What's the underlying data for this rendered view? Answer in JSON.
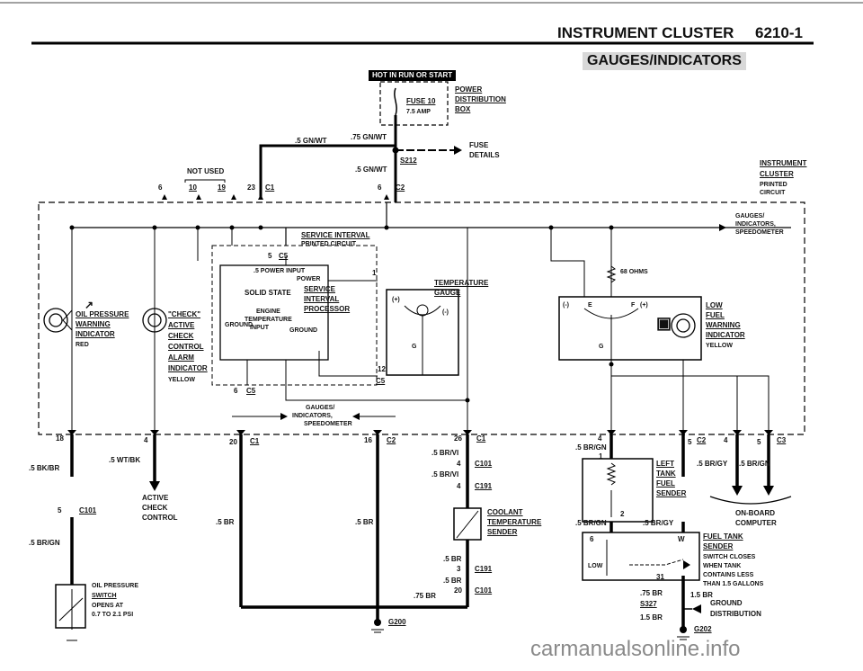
{
  "header": {
    "title": "INSTRUMENT CLUSTER",
    "page_no": "6210-1",
    "subtitle": "GAUGES/INDICATORS"
  },
  "power": {
    "hot_label": "HOT IN RUN OR START",
    "fuse": "FUSE 10",
    "fuse_amp": "7.5 AMP",
    "dist1": "POWER",
    "dist2": "DISTRIBUTION",
    "dist3": "BOX",
    "fuse_details1": "FUSE",
    "fuse_details2": "DETAILS"
  },
  "wires": {
    "w_5gnwt_a": ".5 GN/WT",
    "w_75gnwt": ".75 GN/WT",
    "w_5gnwt_b": ".5 GN/WT",
    "s212": "S212",
    "not_used": "NOT USED",
    "p6": "6",
    "p10": "10",
    "p19": "19",
    "p23": "23",
    "c1": "C1",
    "p6b": "6",
    "c2": "C2",
    "p18": "18",
    "p4a": "4",
    "p20": "20",
    "c1b": "C1",
    "p16": "16",
    "c2b": "C2",
    "p26": "26",
    "c1c": "C1",
    "w5bkbr": ".5 BK/BR",
    "w5wtbk": ".5 WT/BK",
    "w5brvi_a": ".5 BR/VI",
    "p4b": "4",
    "c101a": "C101",
    "w5brvi_b": ".5 BR/VI",
    "p4c": "4",
    "c191a": "C191",
    "p5": "5",
    "c101b": "C101",
    "w5brgn": ".5 BR/GN",
    "w5br_a": ".5 BR",
    "w5br_b": ".5 BR",
    "w5br_c": ".5 BR",
    "p3": "3",
    "c191b": "C191",
    "w5br_d": ".5 BR",
    "p20b": "20",
    "c101c": "C101",
    "w75br": ".75 BR",
    "g200": "G200",
    "p4d": "4",
    "w5brgn_b": ".5 BR/GN",
    "p1": "1",
    "p5b": "5",
    "c2c": "C2",
    "p4e": "4",
    "p5c": "5",
    "c3": "C3",
    "w5brgy": ".5 BR/GY",
    "w5brgn_c": ".5 BR/GN",
    "p2": "2",
    "w5brgn_d": ".5 BR/GN",
    "w5brgy_b": ".5 BR/GY",
    "p6c": "6",
    "pw": "W",
    "p31": "31",
    "w75br_b": ".75 BR",
    "s327": "S327",
    "w15br": "1.5 BR",
    "w15br_b": "1.5 BR",
    "g202": "G202"
  },
  "cluster": {
    "title1": "INSTRUMENT",
    "title2": "CLUSTER",
    "printed1": "PRINTED",
    "printed2": "CIRCUIT",
    "gauges1": "GAUGES/",
    "gauges2": "INDICATORS,",
    "gauges3": "SPEEDOMETER",
    "svc1": "SERVICE INTERVAL",
    "svc2": "PRINTED CIRCUIT",
    "c5a": "C5",
    "p5": "5",
    "ss_power": ".5 POWER INPUT",
    "ss_power2": "POWER",
    "ss_solid": "SOLID STATE",
    "ss_engine": "ENGINE",
    "ss_temp": "TEMPERATURE",
    "ss_input": "INPUT",
    "ss_ground": "GROUND",
    "ss_ground2": "GROUND",
    "sip1": "SERVICE",
    "sip2": "INTERVAL",
    "sip3": "PROCESSOR",
    "p1": "1",
    "p12": "12",
    "c5b": "C5",
    "p6": "6",
    "c5c": "C5",
    "tg1": "TEMPERATURE",
    "tg2": "GAUGE",
    "tg_plus": "(+)",
    "tg_minus": "(-)",
    "tg_g": "G",
    "ohms": "68 OHMS",
    "fg_minus": "(-)",
    "fg_e": "E",
    "fg_f": "F",
    "fg_plus": "(+)",
    "fg_g": "G",
    "lf1": "LOW",
    "lf2": "FUEL",
    "lf3": "WARNING",
    "lf4": "INDICATOR",
    "lf5": "YELLOW",
    "op1": "OIL PRESSURE",
    "op2": "WARNING",
    "op3": "INDICATOR",
    "op4": "RED",
    "ck1": "\"CHECK\"",
    "ck2": "ACTIVE",
    "ck3": "CHECK",
    "ck4": "CONTROL",
    "ck5": "ALARM",
    "ck6": "INDICATOR",
    "ck7": "YELLOW",
    "gi1": "GAUGES/",
    "gi2": "INDICATORS,",
    "gi3": "SPEEDOMETER"
  },
  "components": {
    "acc1": "ACTIVE",
    "acc2": "CHECK",
    "acc3": "CONTROL",
    "ops1": "OIL PRESSURE",
    "ops2": "SWITCH",
    "ops3": "OPENS AT",
    "ops4": "0.7 TO 2.1 PSI",
    "cts1": "COOLANT",
    "cts2": "TEMPERATURE",
    "cts3": "SENDER",
    "ltf1": "LEFT",
    "ltf2": "TANK",
    "ltf3": "FUEL",
    "ltf4": "SENDER",
    "obc1": "ON-BOARD",
    "obc2": "COMPUTER",
    "fts1": "FUEL TANK",
    "fts2": "SENDER",
    "fts3": "SWITCH CLOSES",
    "fts4": "WHEN TANK",
    "fts5": "CONTAINS LESS",
    "fts6": "THAN 1.5 GALLONS",
    "fts_low": "LOW",
    "gd1": "GROUND",
    "gd2": "DISTRIBUTION"
  },
  "footer": {
    "watermark": "carmanualsonline.info"
  }
}
